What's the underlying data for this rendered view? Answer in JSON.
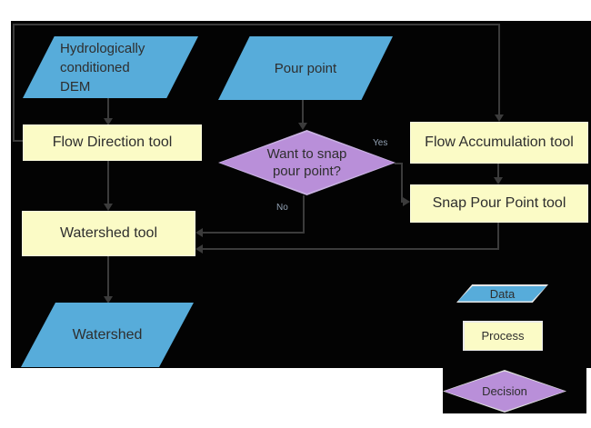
{
  "flowchart": {
    "nodes": {
      "dem": {
        "label": "Hydrologically\nconditioned\nDEM",
        "shape": "parallelogram",
        "type": "data"
      },
      "pour_point": {
        "label": "Pour point",
        "shape": "parallelogram",
        "type": "data"
      },
      "flow_direction": {
        "label": "Flow Direction tool",
        "shape": "rectangle",
        "type": "process"
      },
      "flow_accumulation": {
        "label": "Flow Accumulation tool",
        "shape": "rectangle",
        "type": "process"
      },
      "snap_pour_point": {
        "label": "Snap Pour Point tool",
        "shape": "rectangle",
        "type": "process"
      },
      "decision": {
        "label": "Want to snap\npour point?",
        "shape": "diamond",
        "type": "decision"
      },
      "watershed_tool": {
        "label": "Watershed tool",
        "shape": "rectangle",
        "type": "process"
      },
      "watershed": {
        "label": "Watershed",
        "shape": "parallelogram",
        "type": "data"
      }
    },
    "edge_labels": {
      "yes": "Yes",
      "no": "No"
    },
    "legend": {
      "data": "Data",
      "process": "Process",
      "decision": "Decision"
    },
    "colors": {
      "data_fill": "#57ACDA",
      "process_fill": "#FBFBC6",
      "decision_fill": "#B98FD9",
      "connector": "#3B3B3B",
      "canvas_background": "#000000",
      "page_background": "#FFFFFF",
      "label_text": "#2E2E2E"
    }
  }
}
